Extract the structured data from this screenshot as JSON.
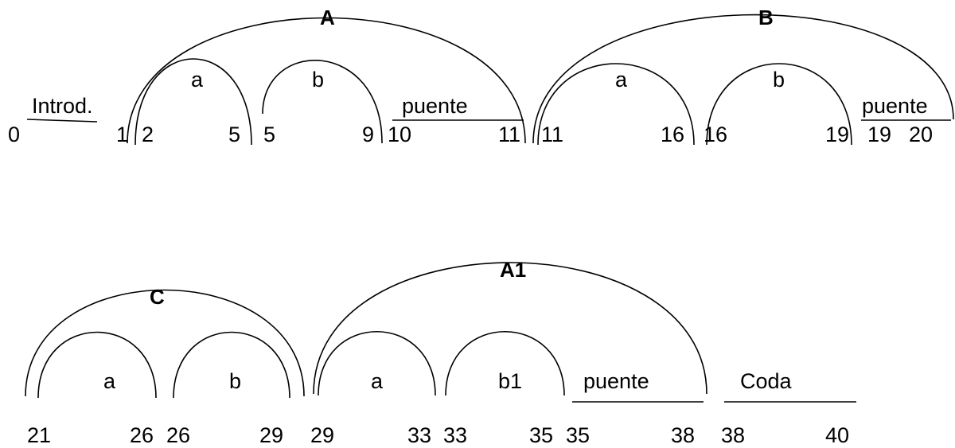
{
  "diagram": {
    "sections": [
      {
        "id": "A",
        "title": "A",
        "subsections": [
          {
            "label": "a",
            "start": "2",
            "end": "5"
          },
          {
            "label": "b",
            "start": "5",
            "end": "9"
          }
        ],
        "bridge": {
          "label": "puente",
          "start": "10",
          "end": "11"
        }
      },
      {
        "id": "B",
        "title": "B",
        "subsections": [
          {
            "label": "a",
            "start": "11",
            "end": "16"
          },
          {
            "label": "b",
            "start": "16",
            "end": "19"
          }
        ],
        "bridge": {
          "label": "puente",
          "start": "19",
          "end": "20"
        }
      },
      {
        "id": "C",
        "title": "C",
        "subsections": [
          {
            "label": "a",
            "start": "21",
            "end": "26"
          },
          {
            "label": "b",
            "start": "26",
            "end": "29"
          }
        ]
      },
      {
        "id": "A1",
        "title": "A1",
        "subsections": [
          {
            "label": "a",
            "start": "29",
            "end": "33"
          },
          {
            "label": "b1",
            "start": "33",
            "end": "35"
          }
        ],
        "bridge": {
          "label": "puente",
          "start": "35",
          "end": "38"
        }
      }
    ],
    "intro": {
      "label": "Introd.",
      "start": "0",
      "end": "1"
    },
    "coda": {
      "label": "Coda",
      "start": "38",
      "end": "40"
    }
  }
}
